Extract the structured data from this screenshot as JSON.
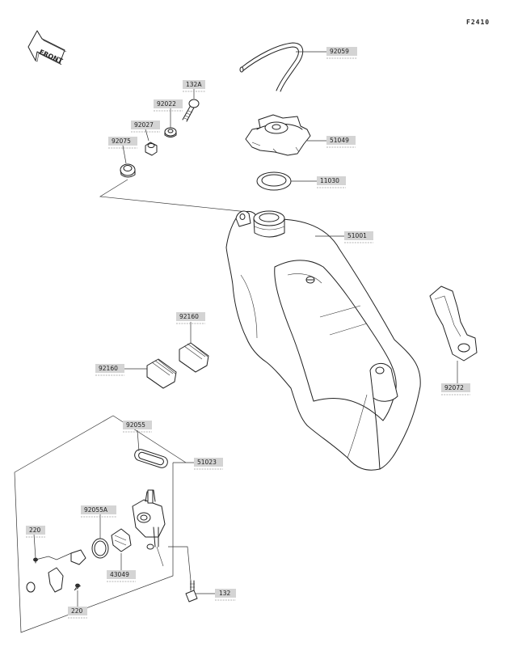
{
  "figure_code": "F2410",
  "direction_label": "FRONT",
  "parts": [
    {
      "id": "p92059",
      "label": "92059"
    },
    {
      "id": "p132a",
      "label": "132A"
    },
    {
      "id": "p92022",
      "label": "92022"
    },
    {
      "id": "p92027",
      "label": "92027"
    },
    {
      "id": "p92075",
      "label": "92075"
    },
    {
      "id": "p51049",
      "label": "51049"
    },
    {
      "id": "p11030",
      "label": "11030"
    },
    {
      "id": "p51001",
      "label": "51001"
    },
    {
      "id": "p92160a",
      "label": "92160"
    },
    {
      "id": "p92160b",
      "label": "92160"
    },
    {
      "id": "p92072",
      "label": "92072"
    },
    {
      "id": "p92055",
      "label": "92055"
    },
    {
      "id": "p51023",
      "label": "51023"
    },
    {
      "id": "p92055a",
      "label": "92055A"
    },
    {
      "id": "p220a",
      "label": "220"
    },
    {
      "id": "p43049",
      "label": "43049"
    },
    {
      "id": "p220b",
      "label": "220"
    },
    {
      "id": "p132",
      "label": "132"
    }
  ]
}
